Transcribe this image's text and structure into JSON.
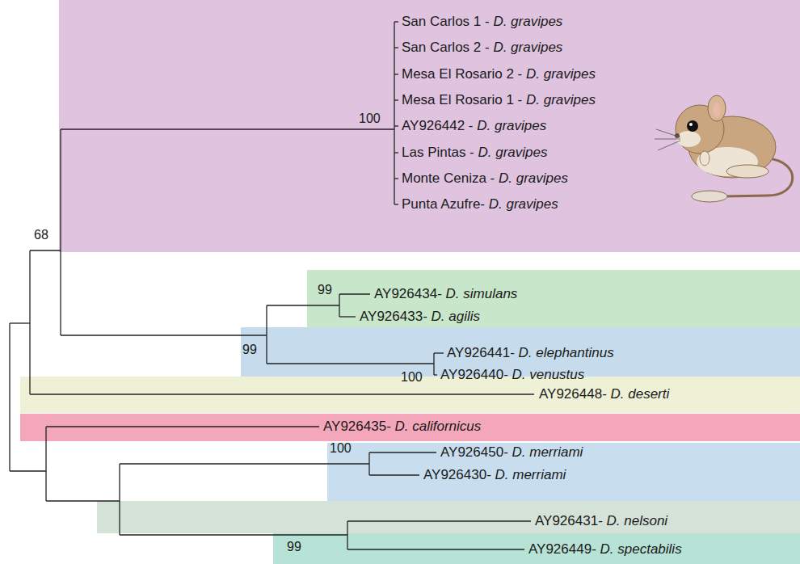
{
  "diagram": {
    "nodes": [
      {
        "text": [
          "San Carlos 1 - D. gravipes",
          "San Carlos 2 - D. gravipes",
          "Mesa El Rosario 2 - D. gravipes",
          "Mesa El Rosario 1 - D. gravipes",
          "AY926442 - D. gravipes",
          "Las Pintas - D. gravipes",
          "Monte Ceniza - D. gravipes",
          "Punta Azufre- D. gravipes"
        ]
      },
      {
        "text": [
          "AY926434- D. simulans",
          "AY926433- D. agilis"
        ]
      },
      {
        "text": [
          "AY926441- D. elephantinus",
          "AY926440- D. venustus"
        ]
      },
      {
        "text": [
          "AY926448- D. deserti"
        ]
      },
      {
        "text": [
          "AY926435- D. californicus"
        ]
      },
      {
        "text": [
          "AY926450- D. merriami",
          "AY926430- D. merriami"
        ]
      },
      {
        "text": [
          "AY926431- D. nelsoni"
        ]
      },
      {
        "text": [
          "AY926449- D. spectabilis"
        ]
      }
    ],
    "labels": [
      "100",
      "68",
      "99",
      "99",
      "100",
      "100",
      "99"
    ]
  }
}
